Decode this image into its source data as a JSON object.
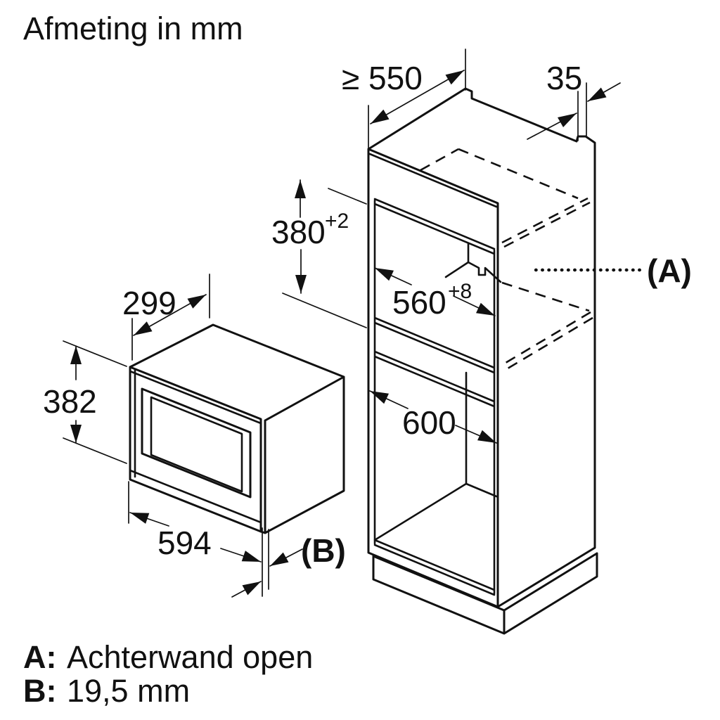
{
  "title": "Afmeting in mm",
  "diagram": {
    "cabinet": {
      "depth_min": "≥ 550",
      "rear_top_gap": "35",
      "niche_height": "380",
      "niche_height_tol": "+2",
      "niche_width": "560",
      "niche_width_tol": "+8",
      "width": "600",
      "callout_a": "(A)"
    },
    "microwave": {
      "depth": "299",
      "height": "382",
      "width": "594",
      "callout_b": "(B)"
    }
  },
  "legend": {
    "a_key": "A:",
    "a_text": "Achterwand open",
    "b_key": "B:",
    "b_text": "19,5 mm"
  },
  "colors": {
    "line": "#111111",
    "background": "#ffffff"
  }
}
